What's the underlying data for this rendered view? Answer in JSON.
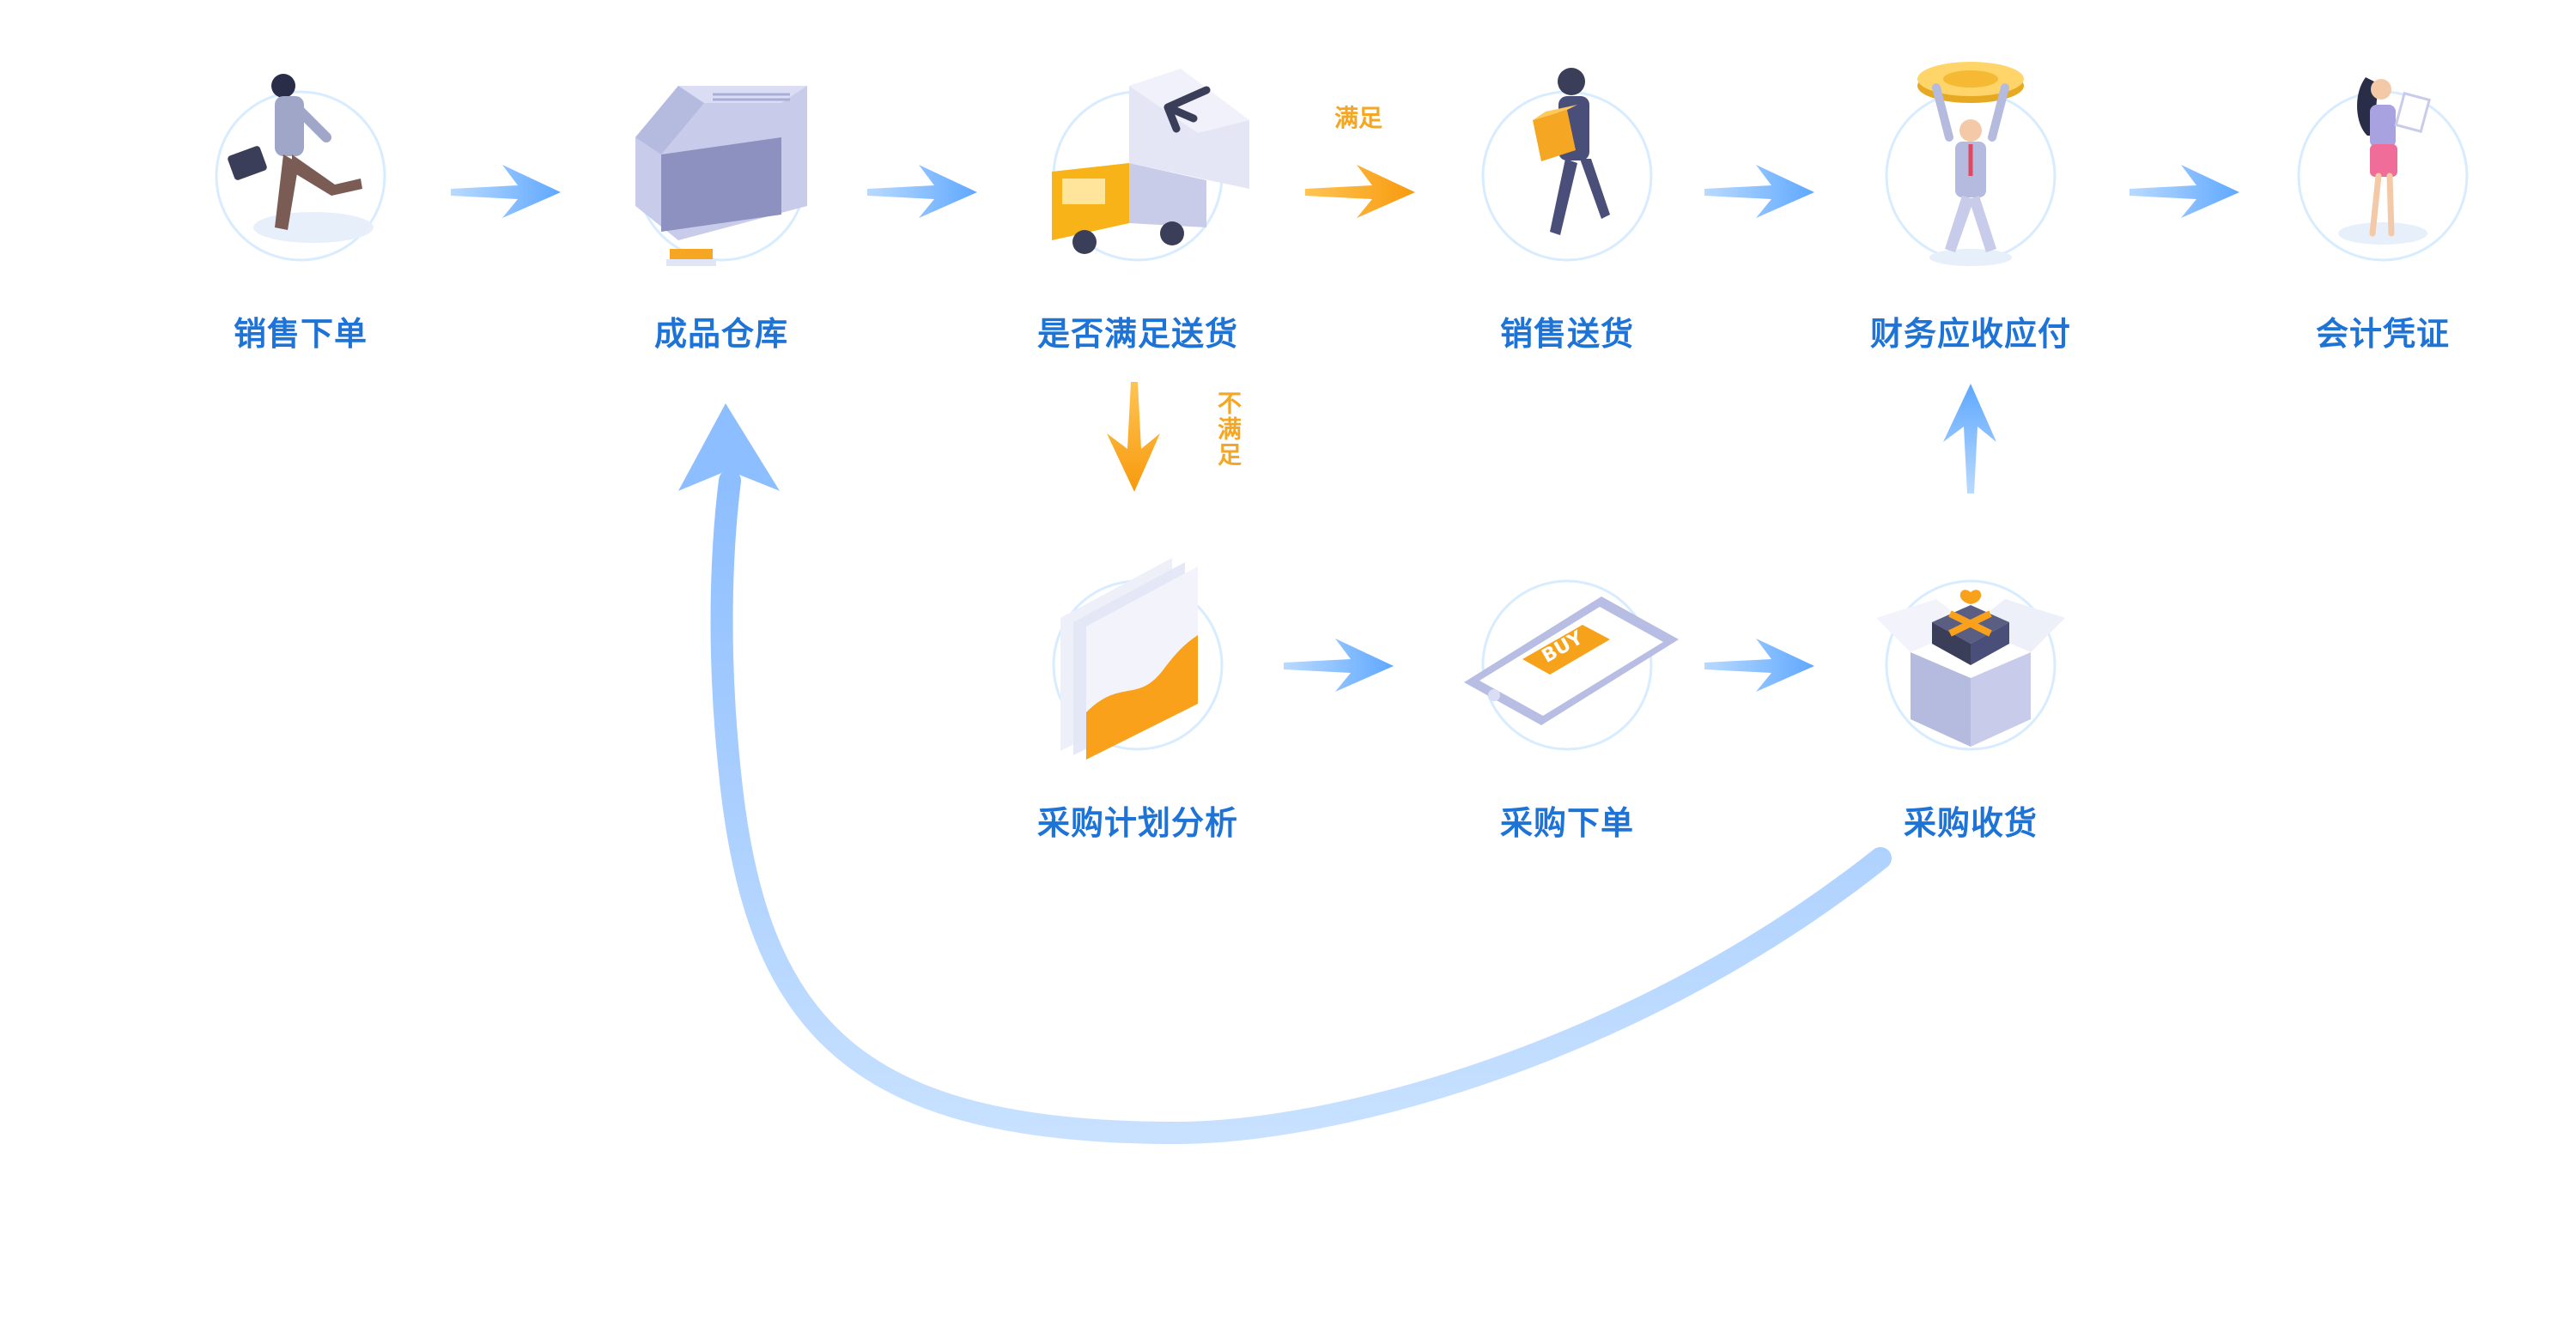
{
  "colors": {
    "label": "#1E73D6",
    "arrow_blue": "#6FB3FF",
    "arrow_orange": "#F9A11B",
    "orange_text": "#F5A623",
    "loop_blue": "#9CC8FF",
    "circle": "#D8ECFF"
  },
  "nodes": {
    "sales_order": "销售下单",
    "warehouse": "成品仓库",
    "check_delivery": "是否满足送货",
    "sales_delivery": "销售送货",
    "finance": "财务应收应付",
    "voucher": "会计凭证",
    "purchase_plan": "采购计划分析",
    "purchase_order": "采购下单",
    "purchase_receive": "采购收货"
  },
  "edges": {
    "satisfied": "满足",
    "not_satisfied": "不满足"
  },
  "icons": {
    "buy_text": "BUY"
  }
}
